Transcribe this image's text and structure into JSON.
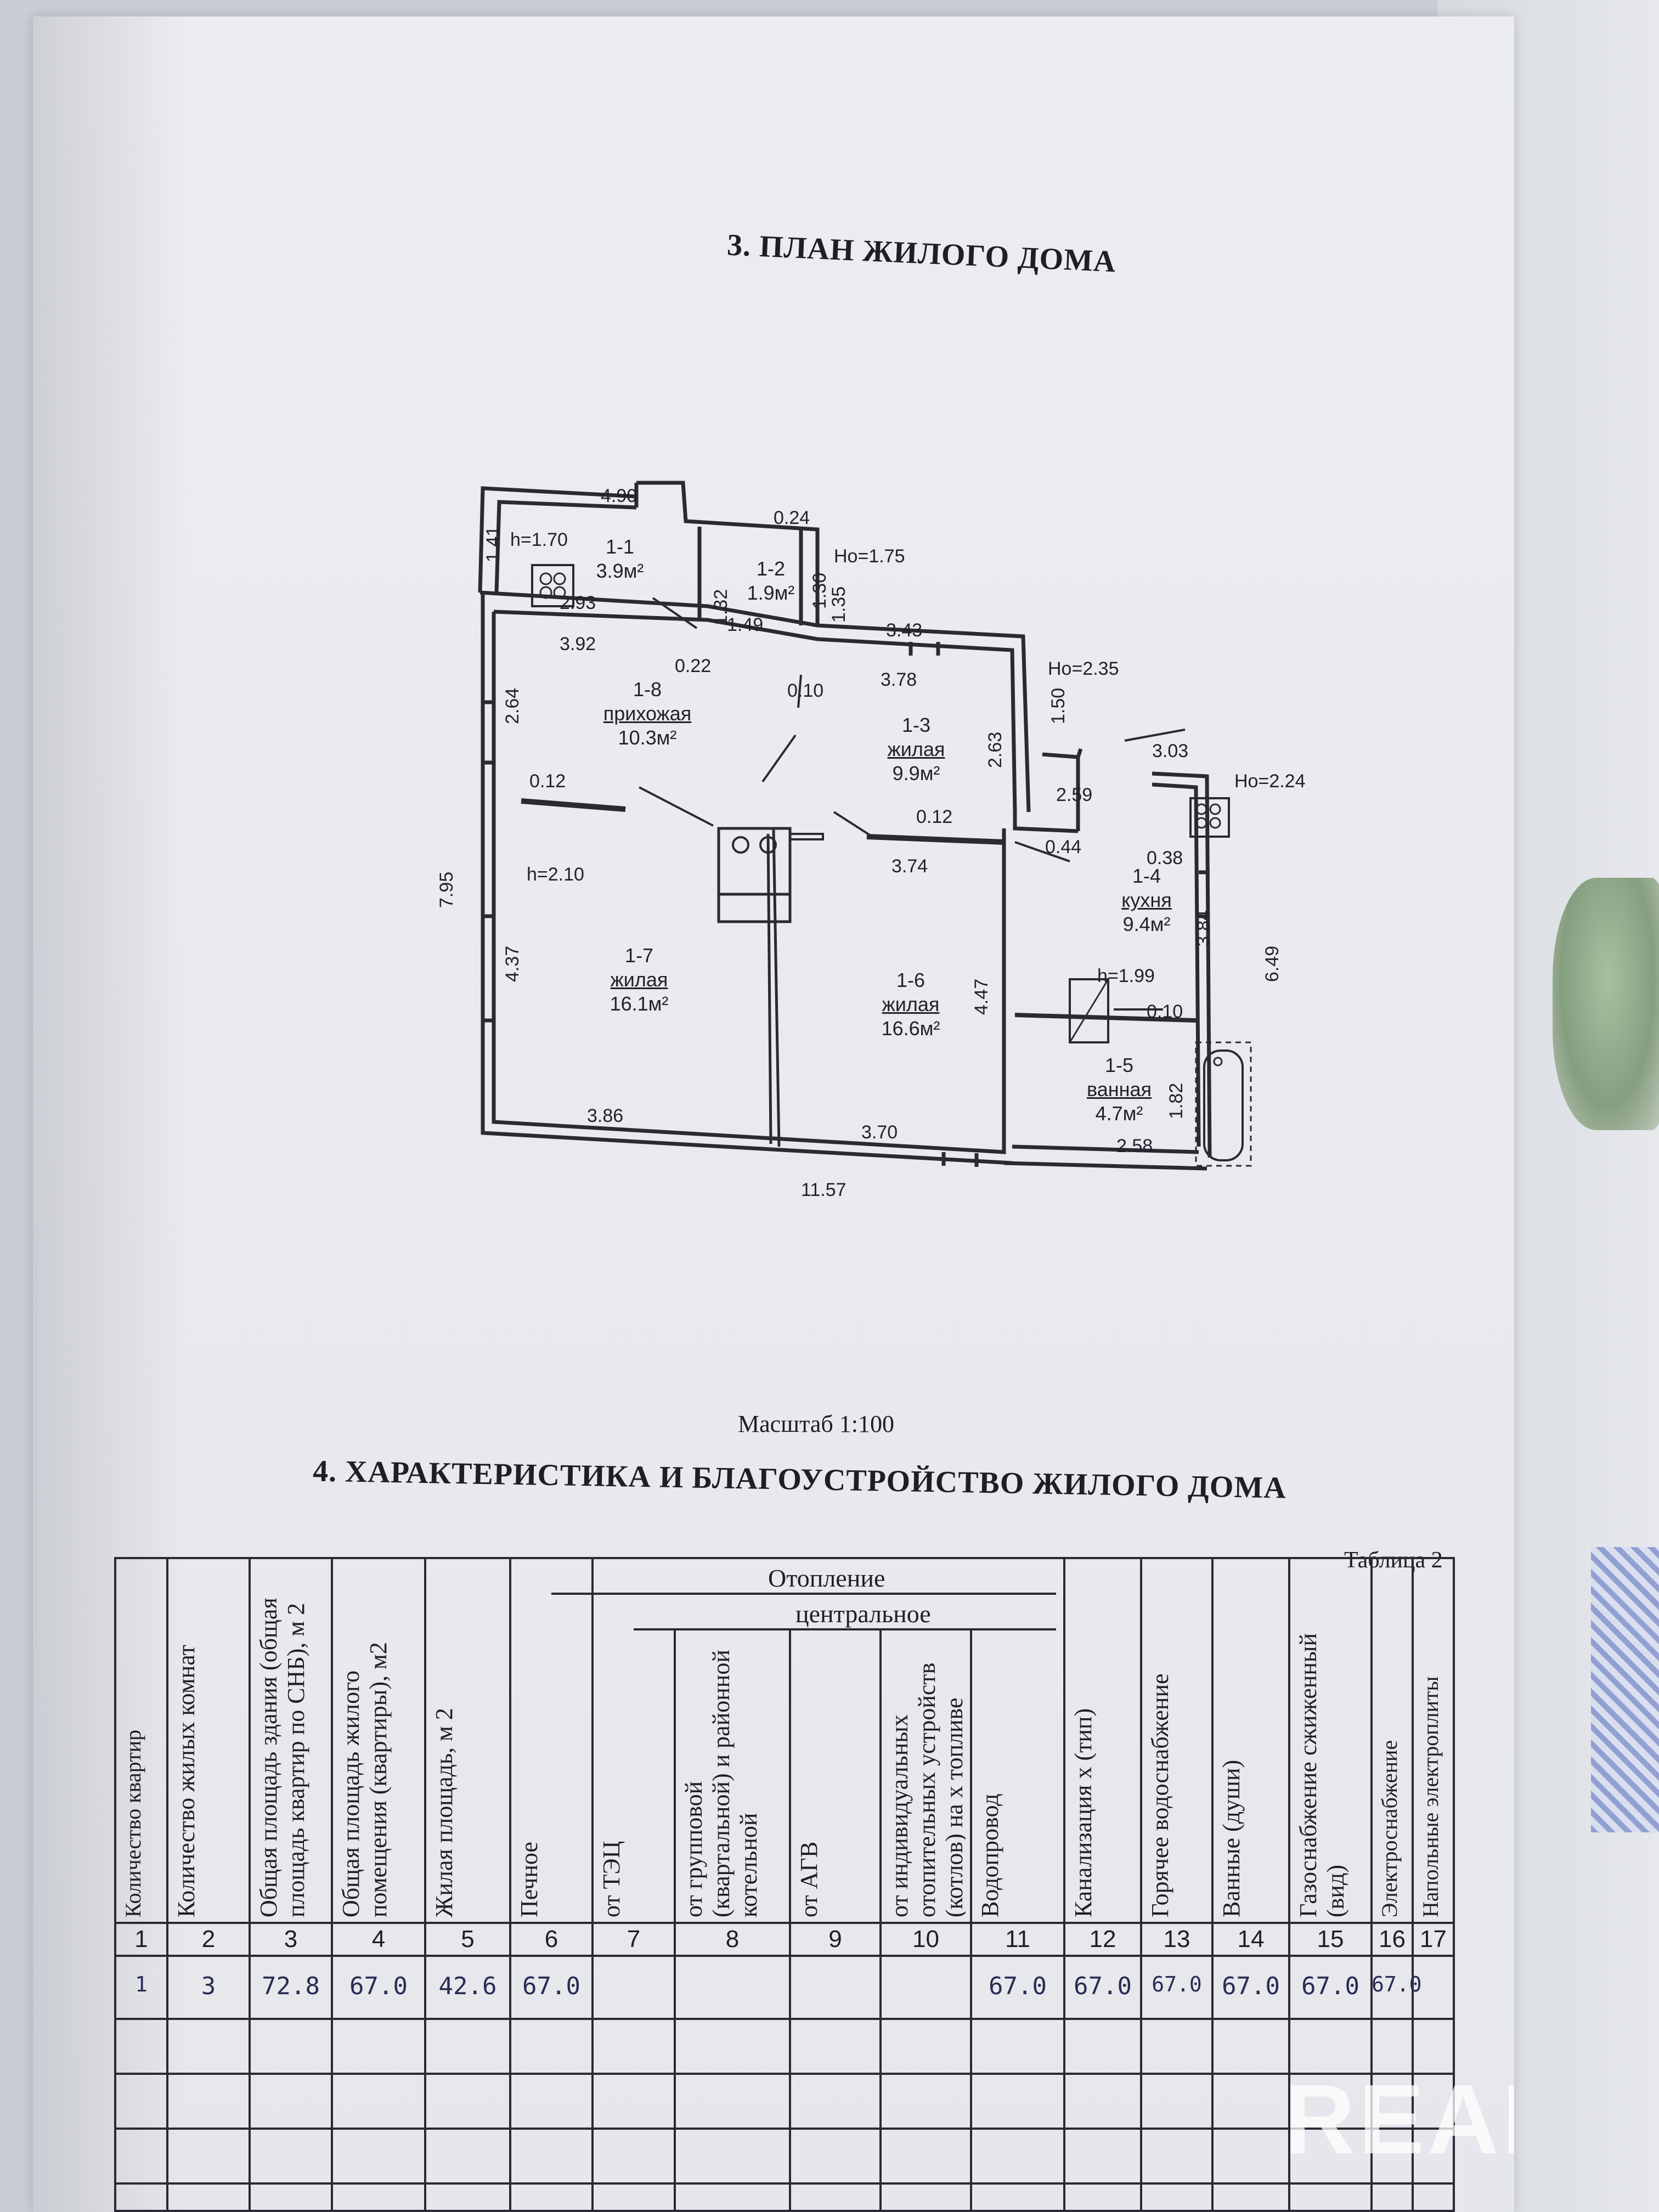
{
  "section3": {
    "title": "3. ПЛАН ЖИЛОГО ДОМА"
  },
  "dims": {
    "d490": "4.90",
    "d141": "1.41",
    "h170": "h=1.70",
    "d024": "0.24",
    "ho175": "Hо=1.75",
    "d132": "1.32",
    "d130": "1.30",
    "d135": "1.35",
    "d293": "2.93",
    "d392": "3.92",
    "d149": "1.49",
    "d343": "3.43",
    "d022": "0.22",
    "d010a": "0.10",
    "d378": "3.78",
    "ho235": "Hо=2.35",
    "d150": "1.50",
    "d264": "2.64",
    "d263": "2.63",
    "d303": "3.03",
    "ho224": "Hо=2.24",
    "d259": "2.59",
    "d012a": "0.12",
    "d012b": "0.12",
    "d044": "0.44",
    "d374": "3.74",
    "d038": "0.38",
    "h210": "h=2.10",
    "d795": "7.95",
    "d384": "3.84",
    "d437": "4.37",
    "d649": "6.49",
    "d447": "4.47",
    "h199": "h=1.99",
    "d010b": "0.10",
    "d182": "1.82",
    "d386": "3.86",
    "d370": "3.70",
    "d258": "2.58",
    "d1157": "11.57"
  },
  "rooms": {
    "r11": {
      "id": "1-1",
      "area": "3.9м²"
    },
    "r12": {
      "id": "1-2",
      "area": "1.9м²"
    },
    "r18": {
      "id": "1-8",
      "name": "прихожая",
      "area": "10.3м²"
    },
    "r13": {
      "id": "1-3",
      "name": "жилая",
      "area": "9.9м²"
    },
    "r14": {
      "id": "1-4",
      "name": "кухня",
      "area": "9.4м²"
    },
    "r17": {
      "id": "1-7",
      "name": "жилая",
      "area": "16.1м²"
    },
    "r16": {
      "id": "1-6",
      "name": "жилая",
      "area": "16.6м²"
    },
    "r15": {
      "id": "1-5",
      "name": "ванная",
      "area": "4.7м²"
    }
  },
  "scale": "Масштаб 1:100",
  "section4": {
    "title": "4. ХАРАКТЕРИСТИКА И БЛАГОУСТРОЙСТВО ЖИЛОГО ДОМА",
    "table_label": "Таблица 2"
  },
  "table": {
    "group_heating": "Отопление",
    "group_central": "центральное",
    "headers": [
      "Количество квартир",
      "Количество жилых комнат",
      "Общая площадь здания (общая площадь квартир по СНБ), м 2",
      "Общая площадь жилого помещения (квартиры), м2",
      "Жилая площадь, м 2",
      "Печное",
      "от ТЭЦ",
      "от групповой (квартальной) и районной котельной",
      "от АГВ",
      "от индивидуальных отопительных устройств (котлов) на х топливе",
      "Водопровод",
      "Канализация х (тип)",
      "Горячее водоснабжение",
      "Ванные (души)",
      "Газоснабжение сжиженный (вид)",
      "Электроснабжение",
      "Напольные электроплиты"
    ],
    "numbers": [
      "1",
      "2",
      "3",
      "4",
      "5",
      "6",
      "7",
      "8",
      "9",
      "10",
      "11",
      "12",
      "13",
      "14",
      "15",
      "16",
      "17"
    ],
    "row1": [
      "1",
      "3",
      "72.8",
      "67.0",
      "42.6",
      "67.0",
      "",
      "",
      "",
      "",
      "67.0",
      "67.0",
      "67.0",
      "67.0",
      "67.0",
      "67.0",
      ""
    ]
  },
  "watermark": "REALT"
}
